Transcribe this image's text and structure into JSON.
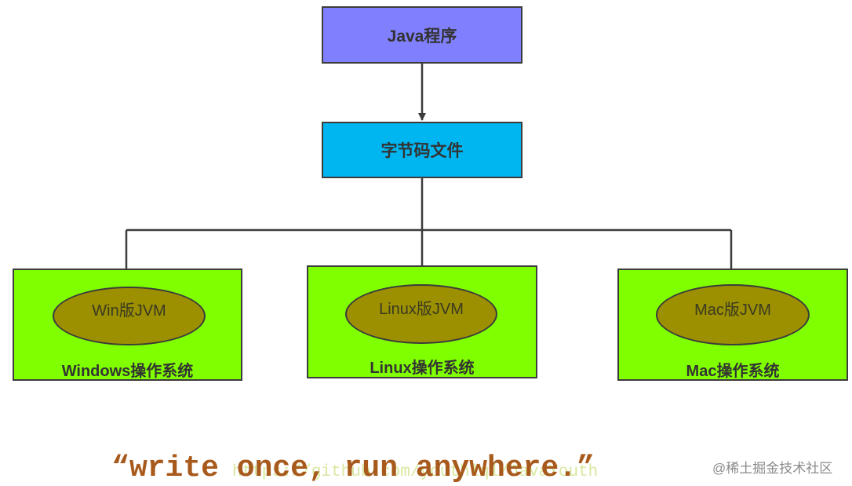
{
  "colors": {
    "java_box": "#8080ff",
    "bytecode_box": "#00b6f0",
    "os_box": "#80ff00",
    "jvm_ellipse": "#9c8f00",
    "line": "#3c3c3c",
    "motto": "#a85a1c"
  },
  "nodes": {
    "java_program": "Java程序",
    "bytecode_file": "字节码文件",
    "windows": {
      "jvm": "Win版JVM",
      "os": "Windows操作系统"
    },
    "linux": {
      "jvm": "Linux版JVM",
      "os": "Linux操作系统"
    },
    "mac": {
      "jvm": "Mac版JVM",
      "os": "Mac操作系统"
    }
  },
  "motto": "“write once, run anywhere.”",
  "watermark_url": "https://github.com/youthlql/JavaYouth",
  "watermark_site": "@稀土掘金技术社区"
}
